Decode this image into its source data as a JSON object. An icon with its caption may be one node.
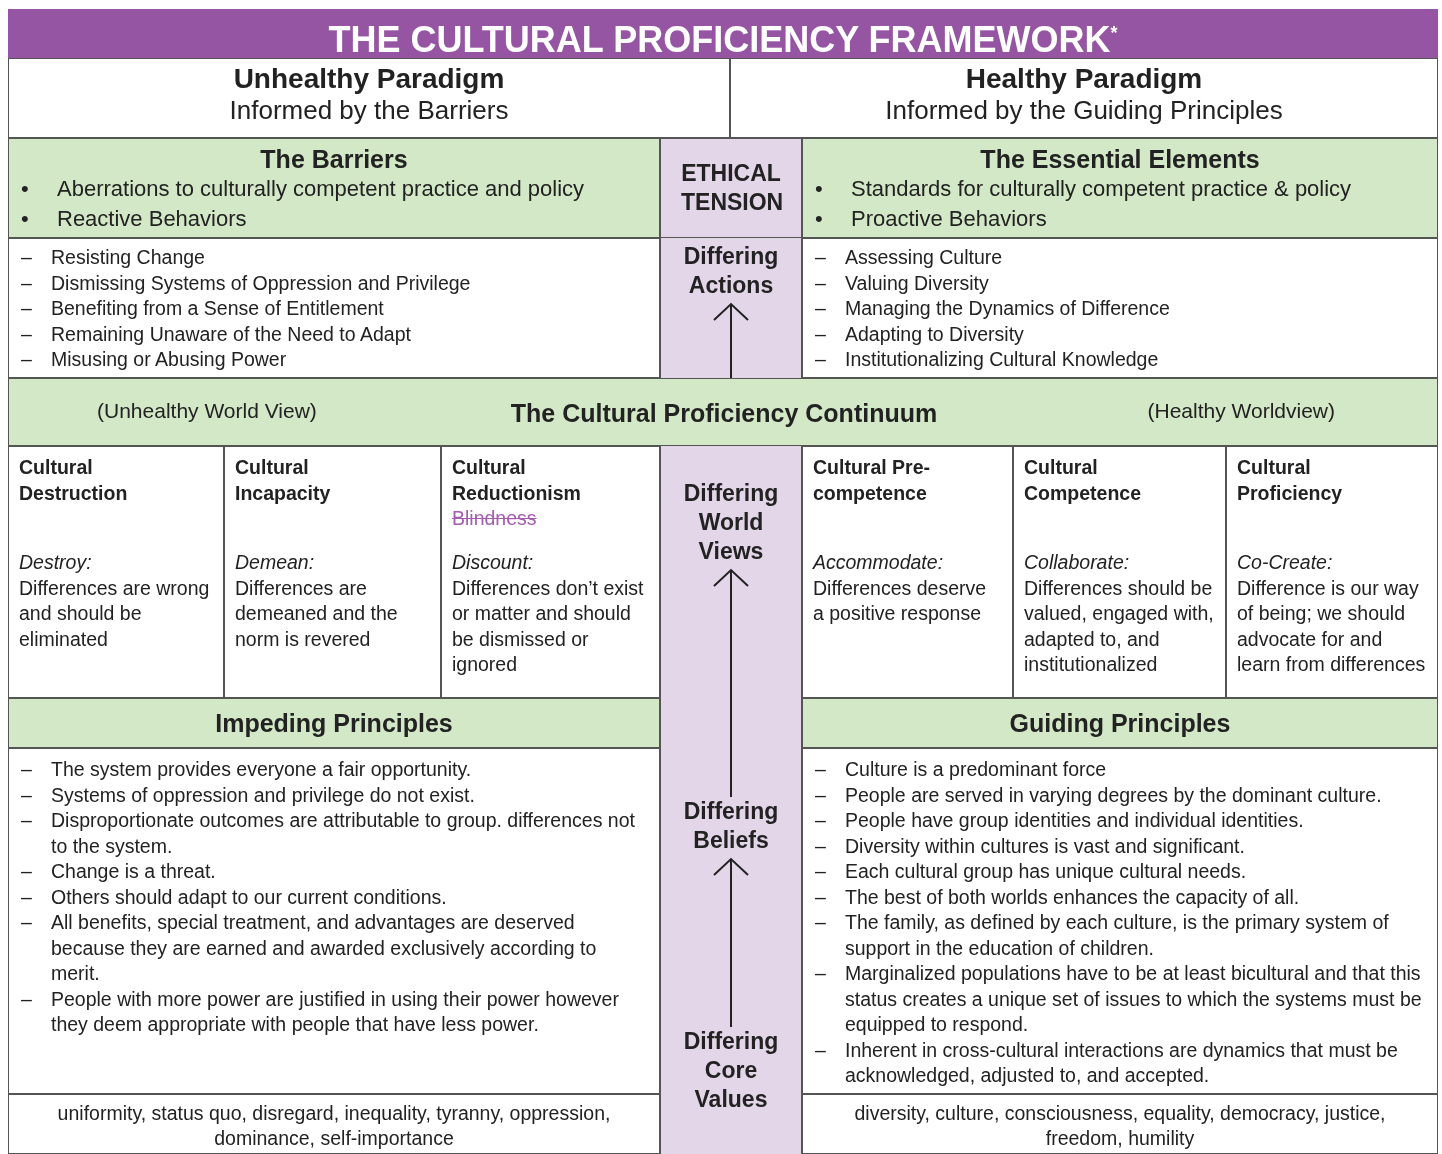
{
  "diagram": {
    "title": "THE CULTURAL PROFICIENCY FRAMEWORK$^{*}$",
    "nodes": [
      {
        "text": [
          "Unhealthy Paradigm",
          "Informed by the Barriers"
        ]
      },
      {
        "text": [
          "Healthy Paradigm",
          "Informed by the Guiding Principles"
        ]
      },
      {
        "text": [
          "The Barriers",
          "• Aberrations to culturally competent practice and policy",
          "• Reactive Behaviors"
        ]
      },
      {
        "text": [
          "ETHICAL TENSION"
        ]
      },
      {
        "text": [
          "The Essential Elements",
          "• Standards for culturally competent practice & policy",
          "• Proactive Behaviors"
        ]
      },
      {
        "text": [
          "– Resisting Change",
          "– Dismissing Systems of Oppression and Privilege",
          "– Benefiting from a Sense of Entitlement",
          "– Remaining Unaware of the Need to Adapt",
          "– Misusing or Abusing Power"
        ]
      },
      {
        "text": [
          "Differing Actions"
        ]
      },
      {
        "text": [
          "– Assessing Culture",
          "– Valuing Diversity",
          "– Managing the Dynamics of Difference",
          "– Adapting to Diversity",
          "– Institutionalizing Cultural Knowledge"
        ]
      },
      {
        "text": [
          "(Unhealthy World View)",
          "The Cultural Proficiency Continuum",
          "(Healthy Worldview)"
        ]
      },
      {
        "text": [
          "Cultural Destruction",
          "Destroy:",
          "Differences are wrong and should be eliminated"
        ]
      },
      {
        "text": [
          "Cultural Incapacity",
          "Demean:",
          "Differences are demeaned and the norm is revered"
        ]
      },
      {
        "text": [
          "Cultural Reductionism",
          "Blindness",
          "Discount:",
          "Differences don’t exist or matter and should be dismissed or ignored"
        ]
      },
      {
        "text": [
          "Differing World Views"
        ]
      },
      {
        "text": [
          "Cultural Pre-competence",
          "Accommodate:",
          "Differences deserve a positive response"
        ]
      },
      {
        "text": [
          "Cultural Competence",
          "Collaborate:",
          "Differences should be valued, engaged with, adapted to, and institutionalized"
        ]
      },
      {
        "text": [
          "Cultural Proficiency",
          "Co-Create:",
          "Difference is our way of being; we should advocate for and learn from differences"
        ]
      },
      {
        "text": [
          "Impeding Principles"
        ]
      },
      {
        "text": [
          "Guiding Principles"
        ]
      },
      {
        "text": [
          "– The system provides everyone a fair opportunity.",
          "– Systems of oppression and privilege do not exist.",
          "– Disproportionate outcomes are attributable to group. differences not to the system.",
          "– Change is a threat.",
          "– Others should adapt to our current conditions.",
          "– All benefits, special treatment, and advantages are deserved because they are earned and awarded exclusively according to merit.",
          "– People with more power are justified in using their power however they deem appropriate with people that have less power."
        ]
      },
      {
        "text": [
          "Differing Beliefs"
        ]
      },
      {
        "text": [
          "– Culture is a predominant force",
          "– People are served in varying degrees by the dominant culture.",
          "– People have group identities and individual identities.",
          "– Diversity within cultures is vast and significant.",
          "– Each cultural group has unique cultural needs.",
          "– The best of both worlds enhances the capacity of all.",
          "– The family, as defined by each culture, is the primary system of support in the education of children.",
          "– Marginalized populations have to be at least bicultural and that this status creates a unique set of issues to which the systems must be equipped to respond.",
          "– Inherent in cross-cultural interactions are dynamics that must be acknowledged, adjusted to, and accepted."
        ]
      },
      {
        "text": [
          "uniformity, status quo, disregard, inequality, tyranny, oppression, dominance, self-importance"
        ]
      },
      {
        "text": [
          "Differing Core Values"
        ]
      },
      {
        "text": [
          "diversity, culture, consciousness, equality, democracy, justice, freedom, humility"
        ]
      }
    ],
    "edges": [
      {
        "from": 22,
        "to": 19,
        "arrow": "to"
      },
      {
        "from": 19,
        "to": 12,
        "arrow": "to"
      },
      {
        "from": 8,
        "to": 6,
        "arrow": "to"
      }
    ]
  }
}
